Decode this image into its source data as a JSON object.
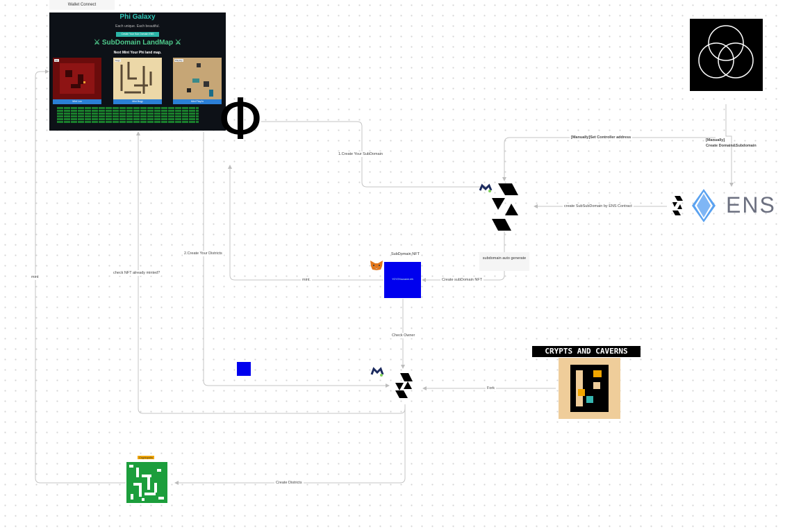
{
  "app": {
    "wallet_button": "Wallet Connect",
    "title": "Phi Galaxy",
    "subtitle": "Each unique. Each beautiful.",
    "create_button": "Create Your Sub Domain ENS",
    "heading": "⚔ SubDomain LandMap ⚔",
    "subheading": "Next Mint Your Phi land map.",
    "cards": [
      {
        "tag": "cas",
        "button": "Mint Loo"
      },
      {
        "tag": "bogy",
        "button": "Mint Bogy"
      },
      {
        "tag": "PlayJoy",
        "button": "Mint PlayJo"
      }
    ]
  },
  "nodes": {
    "phi_symbol": "Φ",
    "ens_wordmark": "ENS",
    "subdomain_nft_title": "SubDomain NFT",
    "nft_text": "YOYOYouname.eth",
    "crypts_title": "CRYPTS AND CAVERNS",
    "generate_box": "subdomain auto generate",
    "green_tag": "Cryptopolis"
  },
  "edges": {
    "create_subdomain": "1.Create Your SubDomain",
    "set_controller": "[Manually]Set Controller address",
    "manually_create_line1": "[Manually]",
    "manually_create_line2": "Create Domain&Subdomain",
    "create_subsubdomain": "create SubSubDomain by ENS Contract",
    "create_districts_2": "2.Create Your Districts",
    "check_minted": "check NFT already minted?",
    "mint_left": "mint",
    "mint_mid": "mint.",
    "create_subdomain_nft": "Create subDomain NFT",
    "check_owner": "Check Owner",
    "fork": "Fork",
    "create_districts": "Create Districts"
  },
  "colors": {
    "accent_teal": "#31c5b6",
    "heading_green": "#4ec98b",
    "nft_blue": "#0000ee",
    "edge_gray": "#bdbdbd"
  }
}
